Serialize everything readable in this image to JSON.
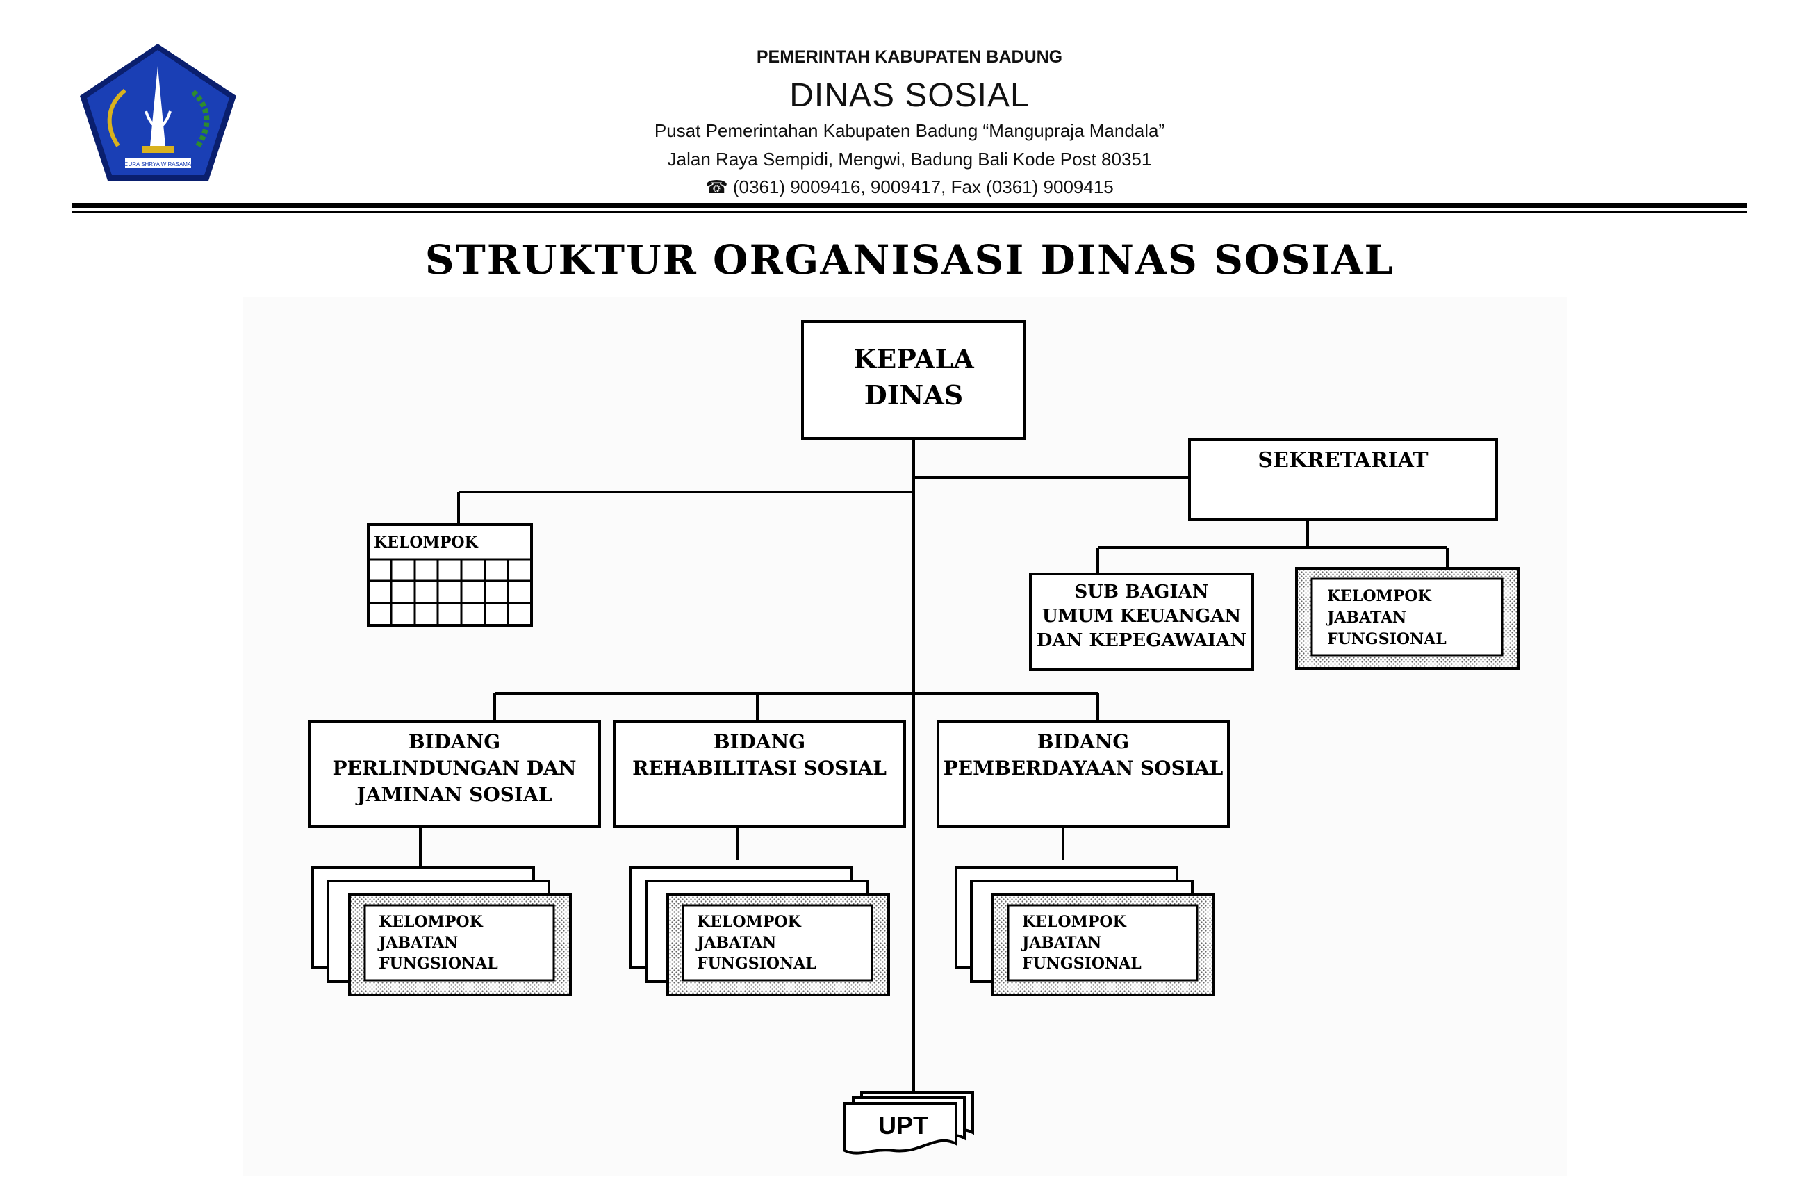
{
  "header": {
    "government": "PEMERINTAH KABUPATEN  BADUNG",
    "department": "DINAS SOSIAL",
    "address_line1": "Pusat Pemerintahan Kabupaten Badung “Mangupraja Mandala”",
    "address_line2": "Jalan Raya Sempidi, Mengwi, Badung Bali Kode Post 80351",
    "phone": "(0361) 9009416,  9009417, Fax (0361) 9009415",
    "phone_icon": "telephone-icon"
  },
  "logo": {
    "icon": "kabupaten-badung-emblem",
    "text": "CURA SHRYA WIRASAMA",
    "colors": {
      "shield": "#1a3fb5",
      "border": "#0a1f6e",
      "leaves": "#2e8b2e",
      "gold": "#d9b21f"
    }
  },
  "title": "STRUKTUR ORGANISASI DINAS SOSIAL",
  "org": {
    "kepala": [
      "KEPALA",
      "DINAS"
    ],
    "sekretariat": "SEKRETARIAT",
    "kelompok_grid": "KELOMPOK",
    "subbagian": [
      "SUB BAGIAN",
      "UMUM KEUANGAN",
      "DAN KEPEGAWAIAN"
    ],
    "jabatan_fungsional": [
      "KELOMPOK",
      "JABATAN",
      "FUNGSIONAL"
    ],
    "bidang": [
      [
        "BIDANG",
        "PERLINDUNGAN DAN",
        "JAMINAN SOSIAL"
      ],
      [
        "BIDANG",
        "REHABILITASI  SOSIAL"
      ],
      [
        "BIDANG",
        "PEMBERDAYAAN SOSIAL"
      ]
    ],
    "upt": "UPT"
  }
}
